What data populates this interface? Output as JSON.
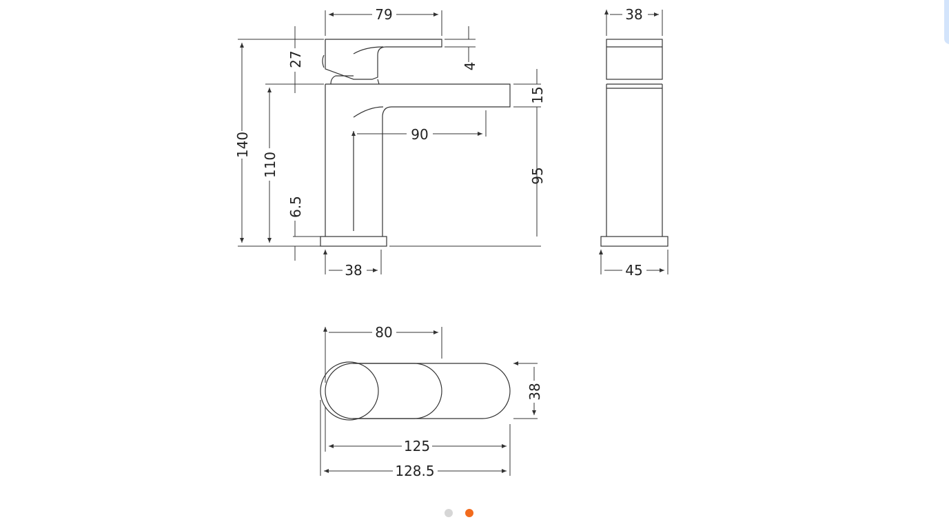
{
  "drawing": {
    "front": {
      "top_width": "79",
      "lever_height": "27",
      "lever_thickness": "4",
      "total_height": "140",
      "spout_height": "110",
      "base_height": "6.5",
      "reach": "90",
      "spout_thickness": "15",
      "outlet_height": "95",
      "base_width": "38"
    },
    "side": {
      "top_width": "38",
      "base_width": "45"
    },
    "plan": {
      "lever_length": "80",
      "depth": "38",
      "length": "125",
      "overall_length": "128.5"
    }
  },
  "carousel": {
    "slides": 2,
    "active_index": 1,
    "active_color": "#f26b1d",
    "inactive_color": "#d6d6d6"
  }
}
